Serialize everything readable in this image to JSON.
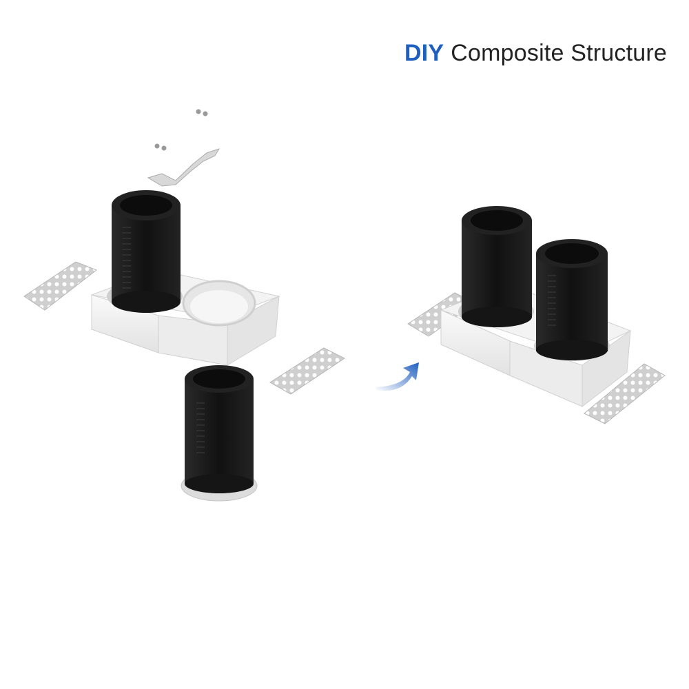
{
  "heading": {
    "accent_word": "DIY",
    "rest": "Composite Structure"
  },
  "colors": {
    "accent": "#1f5fbf",
    "text": "#222222",
    "module_body": "#1a1a1a",
    "housing": "#f1f1f1",
    "arrow": "#1f5fbf"
  },
  "illustrations": {
    "left": "exploded-assembly",
    "right": "assembled-twin-downlight",
    "connector": "curved-arrow-icon"
  }
}
